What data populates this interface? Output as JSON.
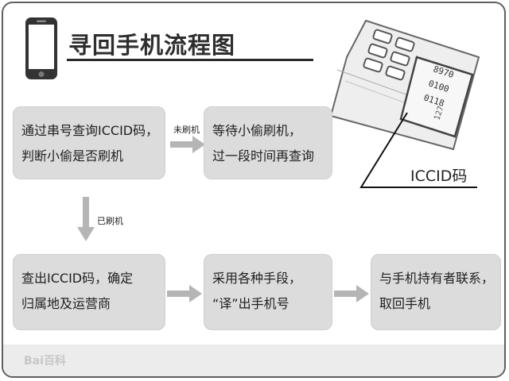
{
  "title": "寻回手机流程图",
  "sim_caption": "ICCID码",
  "sim_card": {
    "digits": [
      "8970",
      "0100",
      "0118",
      "127"
    ]
  },
  "steps": {
    "check_iccid": {
      "lines": [
        "通过串号查询ICCID码，",
        "判断小偷是否刷机"
      ]
    },
    "wait": {
      "lines": [
        "等待小偷刷机，",
        "过一段时间再查询"
      ]
    },
    "locate": {
      "lines": [
        "查出ICCID码，确定",
        "归属地及运营商"
      ]
    },
    "translate": {
      "lines": [
        "采用各种手段，",
        "“译”出手机号"
      ]
    },
    "contact": {
      "lines": [
        "与手机持有者联系，",
        "取回手机"
      ]
    }
  },
  "arrows": {
    "not_flashed": "未刷机",
    "flashed": "已刷机"
  },
  "watermark": "Bai百科",
  "colors": {
    "box_fill": "#dcdcdc",
    "arrow": "#b5b5b5",
    "border": "#5f5f5f"
  }
}
